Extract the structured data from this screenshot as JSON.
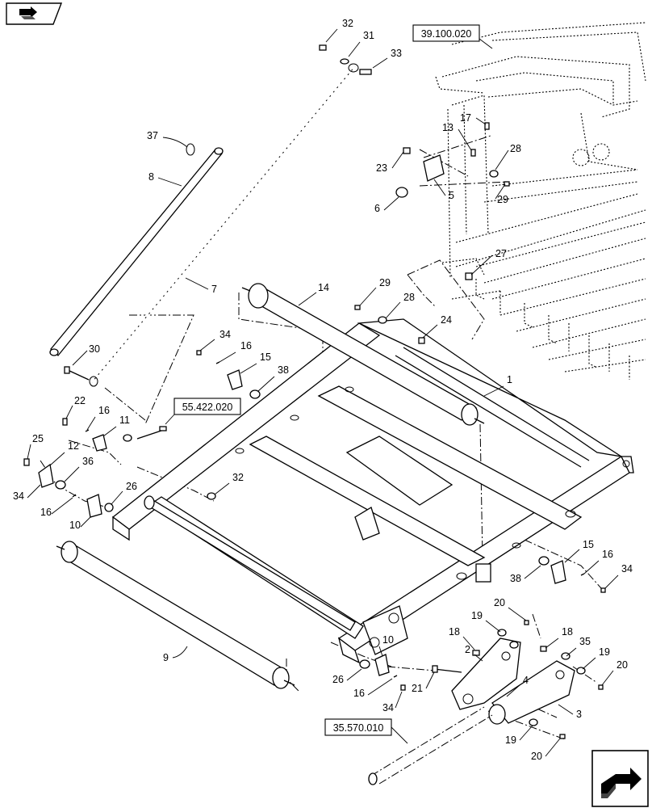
{
  "references": {
    "ref_a": "39.100.020",
    "ref_b": "55.422.020",
    "ref_c": "35.570.010"
  },
  "callouts": {
    "c1": "1",
    "c2": "2",
    "c3": "3",
    "c4": "4",
    "c5": "5",
    "c6": "6",
    "c7": "7",
    "c8": "8",
    "c9": "9",
    "c10a": "10",
    "c10b": "10",
    "c11": "11",
    "c12": "12",
    "c13": "13",
    "c14": "14",
    "c15a": "15",
    "c15b": "15",
    "c16a": "16",
    "c16b": "16",
    "c16c": "16",
    "c16d": "16",
    "c16e": "16",
    "c17": "17",
    "c18a": "18",
    "c18b": "18",
    "c19a": "19",
    "c19b": "19",
    "c19c": "19",
    "c20a": "20",
    "c20b": "20",
    "c20c": "20",
    "c21": "21",
    "c22": "22",
    "c23": "23",
    "c24": "24",
    "c25": "25",
    "c26a": "26",
    "c26b": "26",
    "c27": "27",
    "c28a": "28",
    "c28b": "28",
    "c29a": "29",
    "c29b": "29",
    "c30": "30",
    "c31": "31",
    "c32a": "32",
    "c32b": "32",
    "c33": "33",
    "c34a": "34",
    "c34b": "34",
    "c34c": "34",
    "c34d": "34",
    "c35": "35",
    "c36": "36",
    "c37": "37",
    "c38a": "38",
    "c38b": "38"
  },
  "icons": {
    "top_left": "book-arrow-icon",
    "bottom_right": "next-page-arrow-icon"
  }
}
